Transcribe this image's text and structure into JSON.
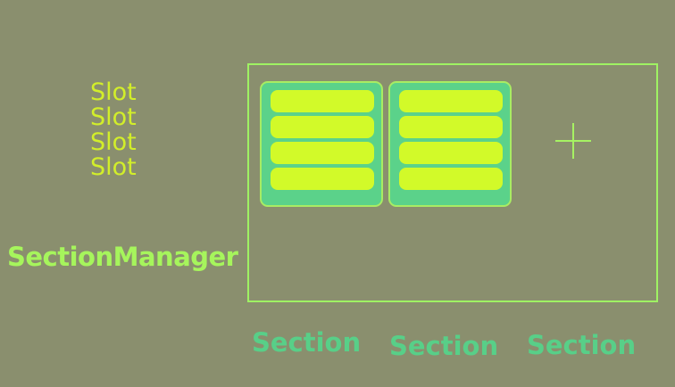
{
  "slot_labels": [
    "Slot",
    "Slot",
    "Slot",
    "Slot"
  ],
  "manager_label": "SectionManager",
  "section_labels": [
    "Section",
    "Section",
    "Section"
  ],
  "colors": {
    "background": "#8a8f6e",
    "slot_text": "#d2ee2a",
    "manager_text": "#a6f55c",
    "manager_border": "#9ff263",
    "section_fill": "#5bd28a",
    "slot_fill": "#d2fa29",
    "section_text": "#58cf88"
  },
  "icons": {
    "add_slot": "plus-icon"
  }
}
